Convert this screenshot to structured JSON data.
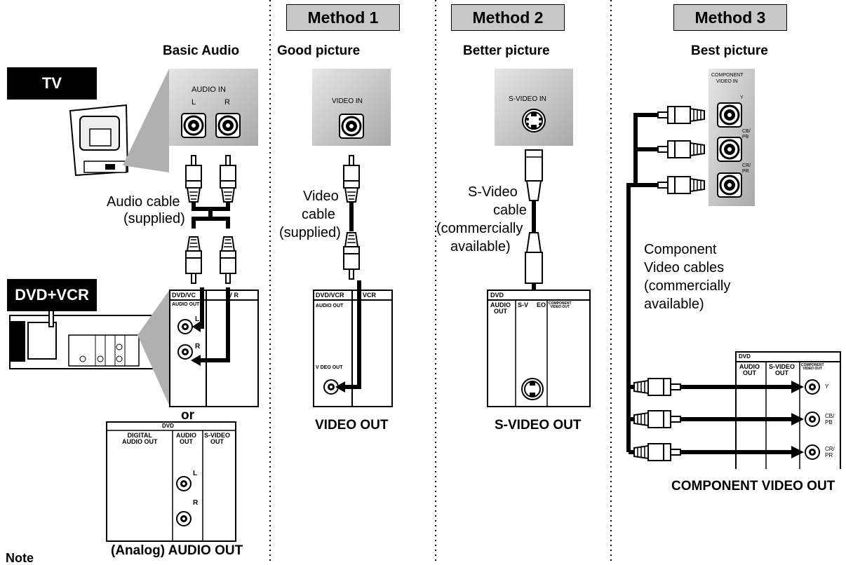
{
  "columns": {
    "basic": {
      "heading": "Basic Audio"
    },
    "method1": {
      "badge": "Method 1",
      "heading": "Good picture"
    },
    "method2": {
      "badge": "Method 2",
      "heading": "Better picture"
    },
    "method3": {
      "badge": "Method 3",
      "heading": "Best picture"
    }
  },
  "devices": {
    "tv": "TV",
    "dvd_vcr": "DVD+VCR"
  },
  "tv_panels": {
    "audio_in": "AUDIO IN",
    "left": "L",
    "right": "R",
    "video_in": "VIDEO IN",
    "svideo_in": "S-VIDEO IN",
    "component_in_line1": "COMPONENT",
    "component_in_line2": "VIDEO IN",
    "y": "Y",
    "cb": "CB/",
    "pb": "PB",
    "cr": "CR/",
    "pr": "PR"
  },
  "cables": {
    "audio_line1": "Audio cable",
    "audio_line2": "(supplied)",
    "video_line1": "Video",
    "video_line2": "cable",
    "video_line3": "(supplied)",
    "svideo_line1": "S-Video",
    "svideo_line2": "cable",
    "svideo_line3": "(commercially",
    "svideo_line4": "available)",
    "component_line1": "Component",
    "component_line2": "Video cables",
    "component_line3": "(commercially",
    "component_line4": "available)"
  },
  "unit_panels": {
    "dvd_vcr": "DVD/VCR",
    "dvd_vcr_trunc": "DVD/VC",
    "vcr": "VCR",
    "vcr_partial": "V  R",
    "audio_out": "AUDIO OUT",
    "video_out_small": "V DEO OUT",
    "dvd": "DVD",
    "audio": "AUDIO",
    "out": "OUT",
    "svideo": "S-VIDEO",
    "sv_left": "S-V",
    "sv_right": "EO",
    "component": "COMPONENT",
    "video_out": "VIDEO OUT",
    "digital": "DIGITAL",
    "or": "or"
  },
  "outputs": {
    "analog_audio": "(Analog) AUDIO OUT",
    "video": "VIDEO OUT",
    "svideo": "S-VIDEO OUT",
    "component": "COMPONENT VIDEO OUT"
  },
  "footer": {
    "note": "Note"
  }
}
